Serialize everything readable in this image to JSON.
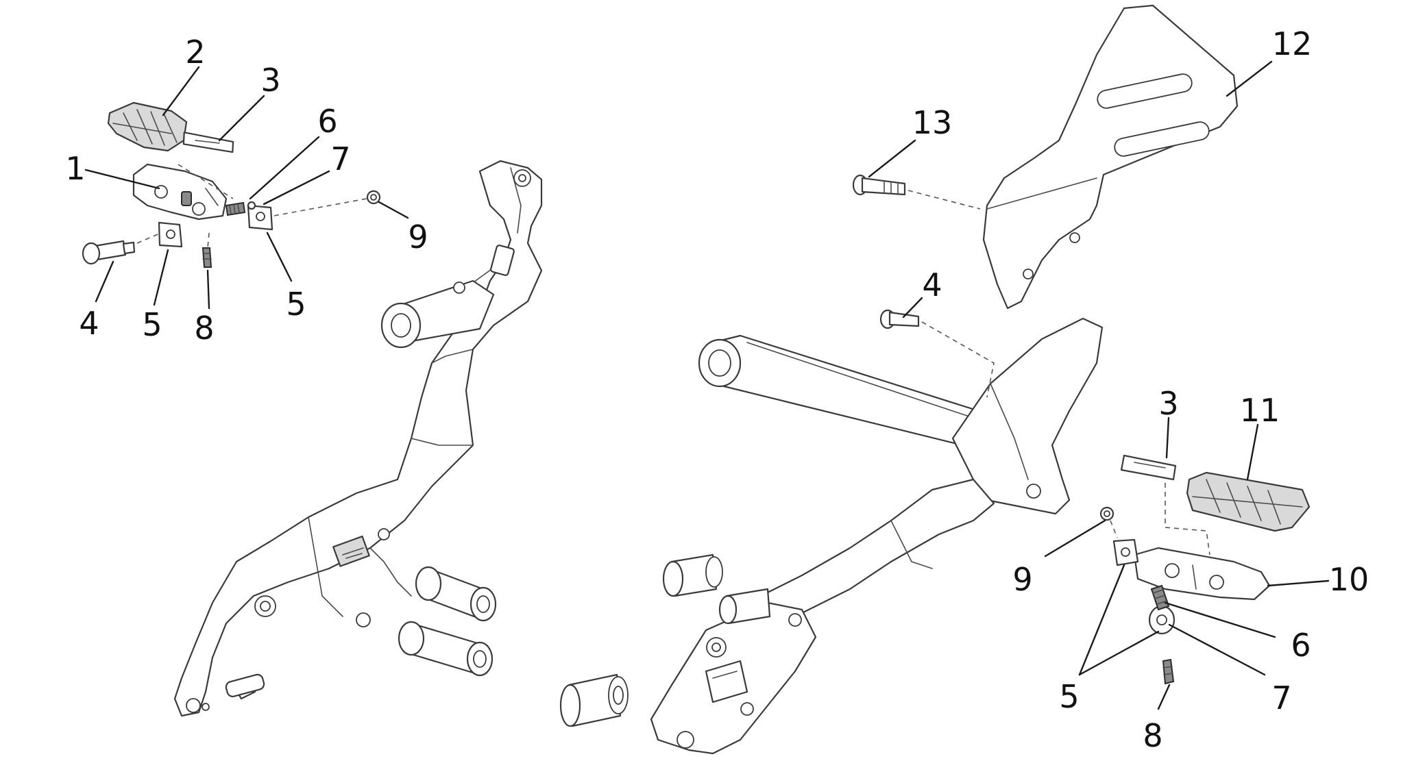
{
  "callouts": [
    {
      "id": "l-1",
      "label": "1"
    },
    {
      "id": "l-2",
      "label": "2"
    },
    {
      "id": "l-3",
      "label": "3"
    },
    {
      "id": "l-6",
      "label": "6"
    },
    {
      "id": "l-7",
      "label": "7"
    },
    {
      "id": "l-9",
      "label": "9"
    },
    {
      "id": "l-4",
      "label": "4"
    },
    {
      "id": "l-5a",
      "label": "5"
    },
    {
      "id": "l-8",
      "label": "8"
    },
    {
      "id": "l-5b",
      "label": "5"
    },
    {
      "id": "r-12",
      "label": "12"
    },
    {
      "id": "r-13",
      "label": "13"
    },
    {
      "id": "r-4",
      "label": "4"
    },
    {
      "id": "r-3",
      "label": "3"
    },
    {
      "id": "r-11",
      "label": "11"
    },
    {
      "id": "r-9",
      "label": "9"
    },
    {
      "id": "r-10",
      "label": "10"
    },
    {
      "id": "r-6",
      "label": "6"
    },
    {
      "id": "r-5",
      "label": "5"
    },
    {
      "id": "r-7",
      "label": "7"
    },
    {
      "id": "r-8",
      "label": "8"
    }
  ]
}
